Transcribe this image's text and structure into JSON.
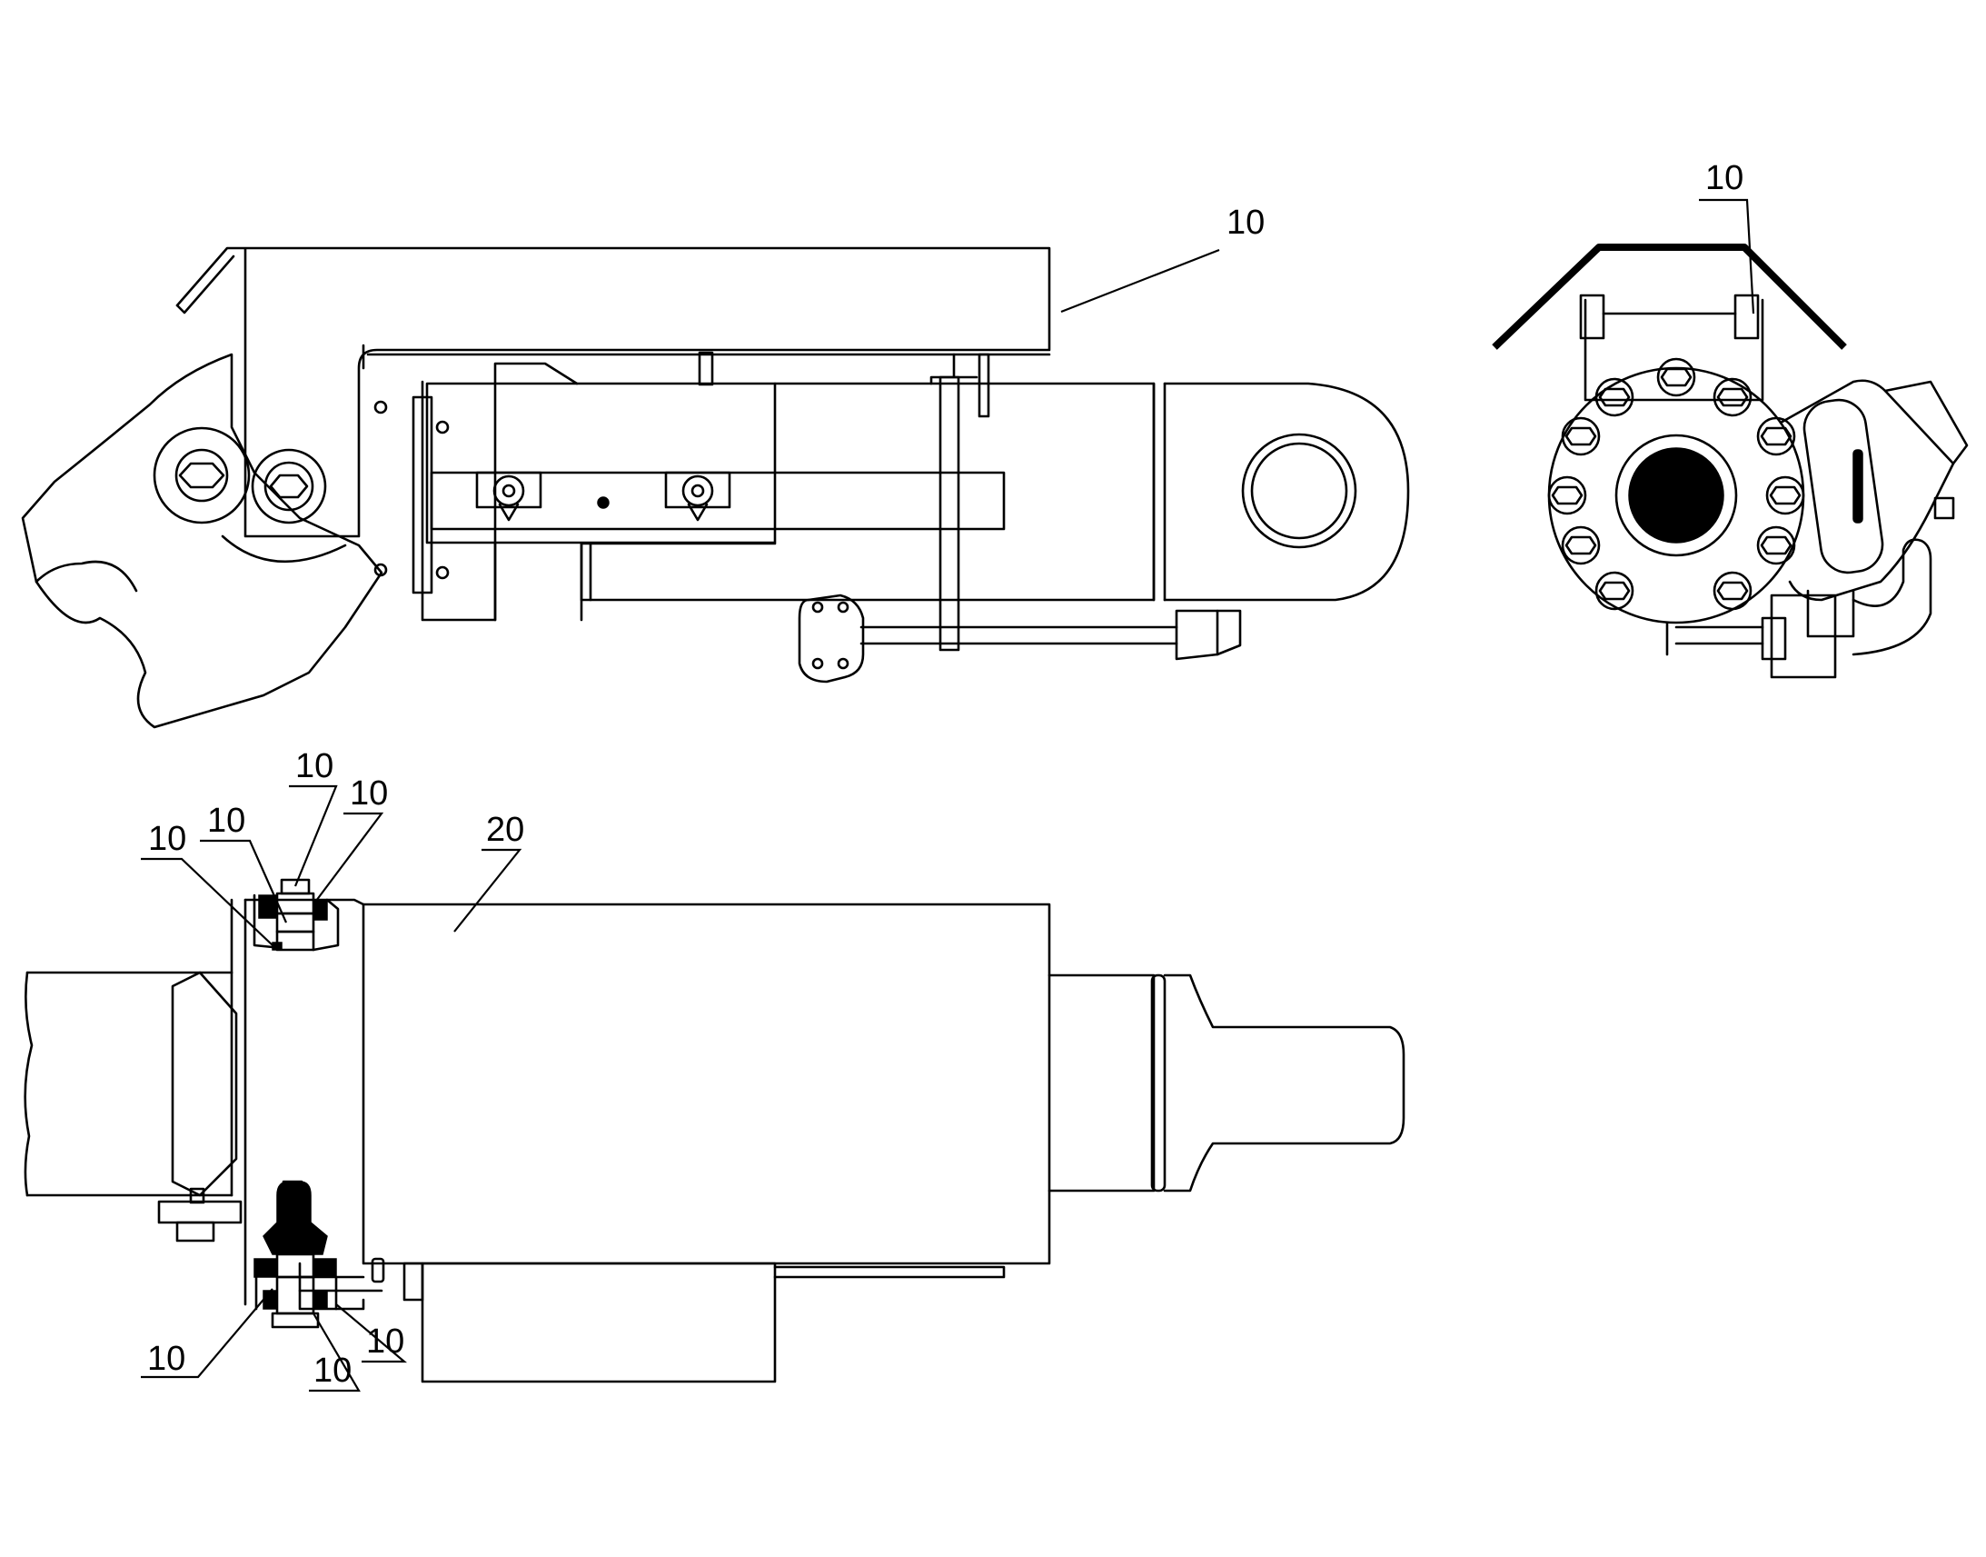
{
  "callouts": {
    "side_top": "10",
    "end_top": "10",
    "plan_top_1": "10",
    "plan_top_2": "10",
    "plan_top_3": "10",
    "plan_top_4": "10",
    "plan_main": "20",
    "plan_bot_1": "10",
    "plan_bot_2": "10",
    "plan_bot_3": "10"
  }
}
